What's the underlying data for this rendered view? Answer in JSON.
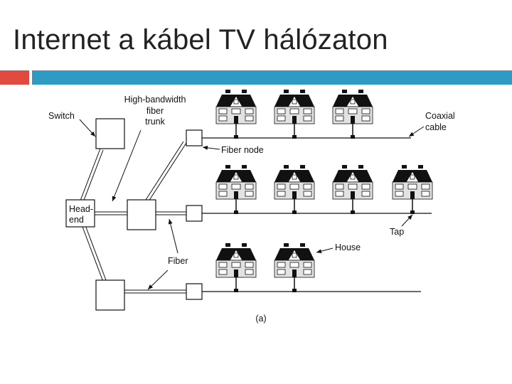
{
  "slide": {
    "title": "Internet a kábel TV hálózaton",
    "accent_red": "#e04a3f",
    "accent_blue": "#2f9ac3"
  },
  "diagram": {
    "labels": {
      "switch": "Switch",
      "trunk_line1": "High-bandwidth",
      "trunk_line2": "fiber",
      "trunk_line3": "trunk",
      "fiber_node": "Fiber node",
      "coax_line1": "Coaxial",
      "coax_line2": "cable",
      "headend_line1": "Head-",
      "headend_line2": "end",
      "tap": "Tap",
      "house": "House",
      "fiber": "Fiber",
      "caption": "(a)"
    }
  }
}
